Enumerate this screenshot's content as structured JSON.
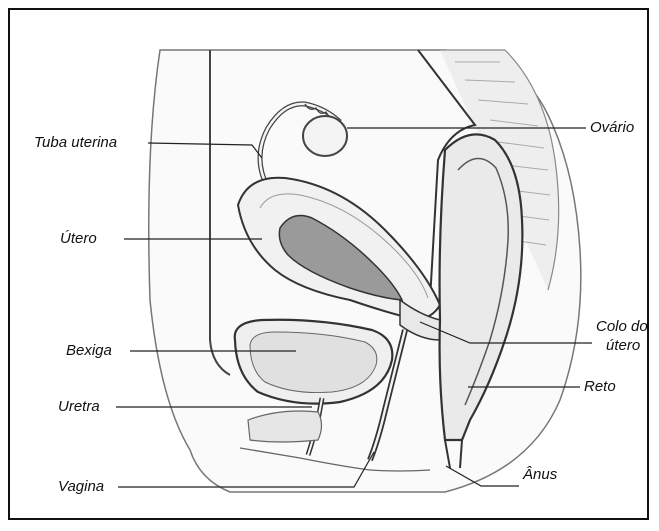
{
  "labels": {
    "tuba_uterina": "Tuba uterina",
    "utero": "Útero",
    "bexiga": "Bexiga",
    "uretra": "Uretra",
    "vagina": "Vagina",
    "ovario": "Ovário",
    "colo_line1": "Colo do",
    "colo_line2": "útero",
    "reto": "Reto",
    "anus": "Ânus"
  },
  "colors": {
    "line": "#222222",
    "soft": "#8a8a8a",
    "fill": "#f2f2f2",
    "tissue": "#777777"
  }
}
